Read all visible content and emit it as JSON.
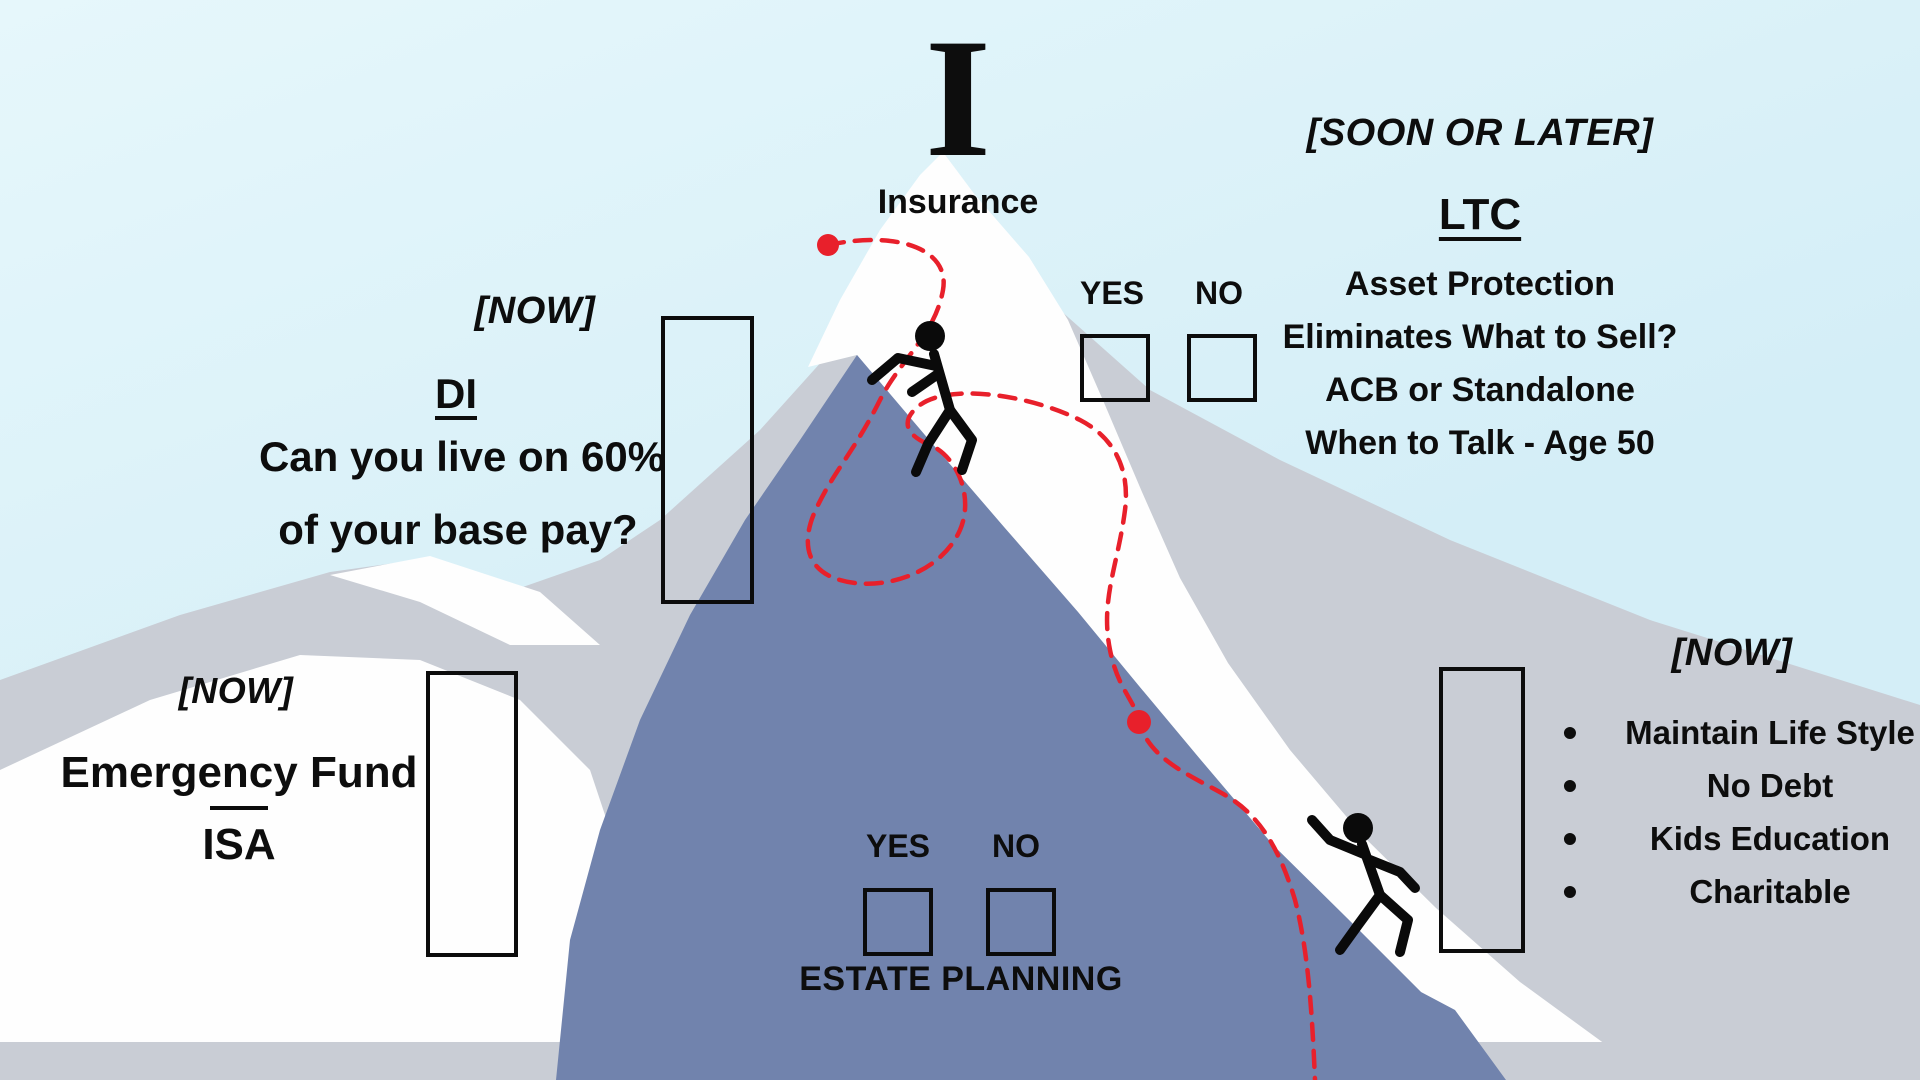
{
  "colors": {
    "sky_top": "#e6f7fb",
    "sky": "#d4eef7",
    "gray_mountain": "#c9cdd5",
    "snow": "#fefefe",
    "blue_mountain": "#7183ad",
    "path_red": "#e8202b",
    "ink": "#0d0d0d"
  },
  "summit": {
    "letter": "I",
    "label": "Insurance"
  },
  "blocks": {
    "ltc": {
      "timing": "[SOON OR LATER]",
      "title": "LTC",
      "lines": [
        "Asset Protection",
        "Eliminates What to Sell?",
        "ACB or Standalone",
        "When to Talk - Age 50"
      ]
    },
    "di": {
      "timing": "[NOW]",
      "title": "DI",
      "lines": [
        "Can you live on 60%",
        "of your base pay?"
      ]
    },
    "emergency": {
      "timing": "[NOW]",
      "title": "Emergency Fund",
      "subtitle": "ISA"
    },
    "goals": {
      "timing": "[NOW]",
      "items": [
        "Maintain Life Style",
        "No Debt",
        "Kids Education",
        "Charitable"
      ]
    }
  },
  "checkboxes": {
    "insurance": {
      "yes": "YES",
      "no": "NO"
    },
    "estate": {
      "yes": "YES",
      "no": "NO",
      "title": "ESTATE PLANNING"
    }
  },
  "icons": {
    "bullet": "•"
  }
}
